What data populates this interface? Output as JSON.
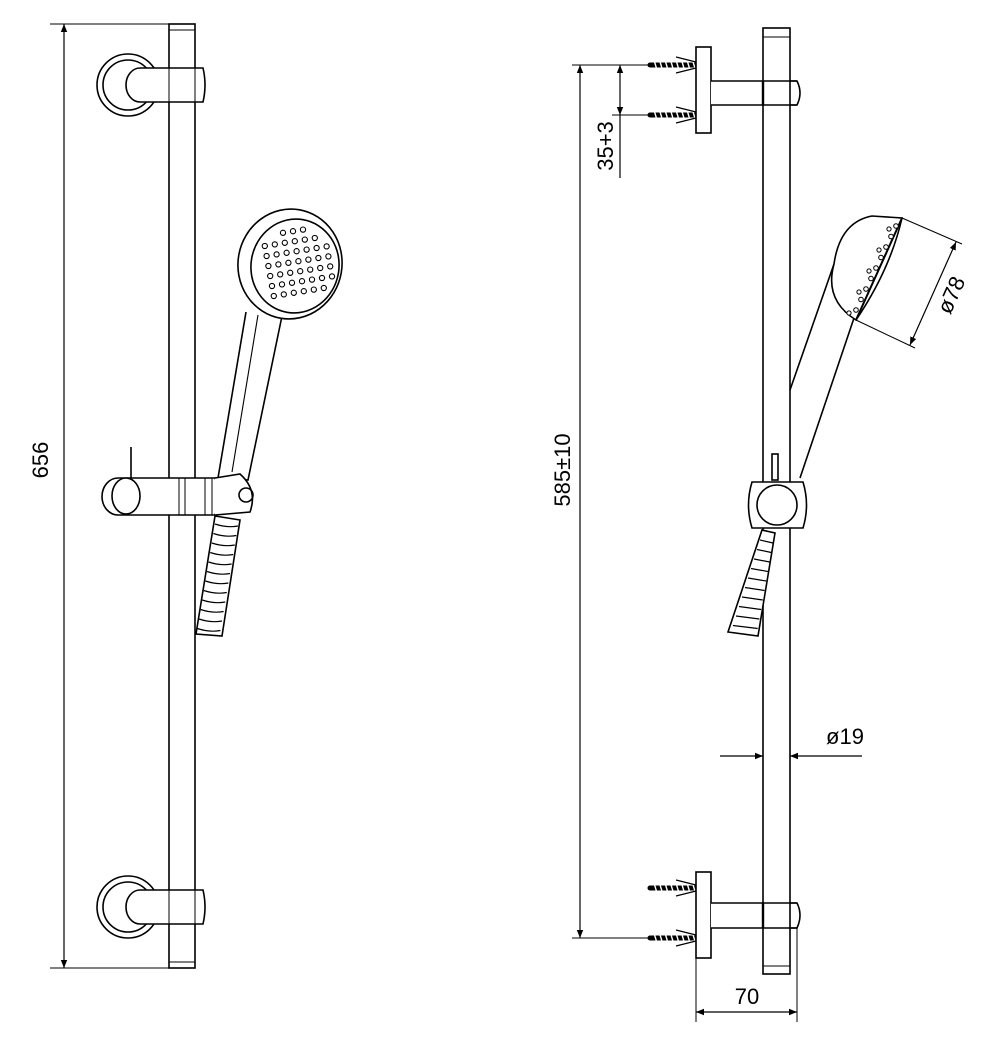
{
  "drawing": {
    "front_view": {
      "overall_height_label": "656"
    },
    "side_view": {
      "mount_spacing_label": "585±10",
      "wall_bracket_label": "35+3",
      "handshower_diameter_label": "ø78",
      "rail_diameter_label": "ø19",
      "projection_label": "70"
    }
  }
}
